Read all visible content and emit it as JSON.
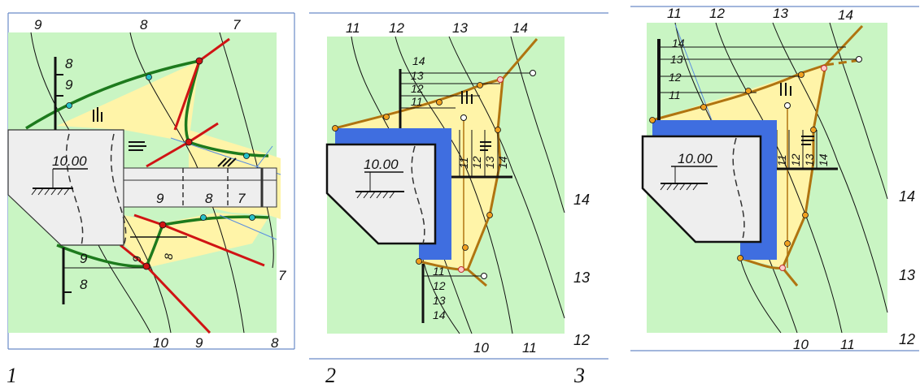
{
  "colors": {
    "ground": "#c9f5c3",
    "embankment": "#fff4a8",
    "structure": "#eeeeee",
    "wall": "#3f6ee0",
    "slope_line": "#b07410",
    "green_line": "#1d7a1d",
    "red_line": "#d01414",
    "frame": "#6a8bc7"
  },
  "figure_numbers": [
    "1",
    "2",
    "3"
  ],
  "panel1": {
    "structure_elevation": "10.00",
    "contour_top_labels": [
      "9",
      "8",
      "7"
    ],
    "contour_bottom_labels": [
      "10",
      "9",
      "8"
    ],
    "contour_right_label": "7",
    "scale_top_labels": [
      "8",
      "9"
    ],
    "scale_bottom_labels": [
      "9",
      "8"
    ],
    "channel_labels": [
      "9",
      "8",
      "7"
    ],
    "slope_tick_labels": [
      "9",
      "8"
    ]
  },
  "panel2": {
    "structure_elevation": "10.00",
    "contour_top_labels": [
      "11",
      "12",
      "13",
      "14"
    ],
    "contour_right_labels": [
      "14",
      "13",
      "12"
    ],
    "contour_bottom_labels": [
      "10",
      "11"
    ],
    "scale_top_labels": [
      "14",
      "13",
      "12",
      "11"
    ],
    "scale_bottom_labels": [
      "11",
      "12",
      "13",
      "14"
    ],
    "scale_right_labels": [
      "11",
      "12",
      "13",
      "14"
    ]
  },
  "panel3": {
    "structure_elevation": "10.00",
    "contour_top_labels": [
      "11",
      "12",
      "13",
      "14"
    ],
    "contour_right_labels": [
      "14",
      "13",
      "12"
    ],
    "contour_bottom_labels": [
      "10",
      "11"
    ],
    "scale_top_labels": [
      "14",
      "13",
      "12",
      "11"
    ],
    "scale_right_labels": [
      "11",
      "12",
      "13",
      "14"
    ]
  }
}
